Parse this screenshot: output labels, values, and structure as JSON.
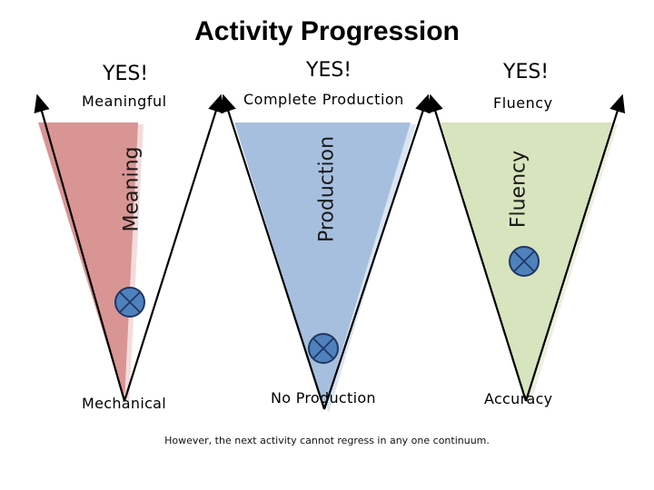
{
  "title": "Activity Progression",
  "continua": [
    {
      "yes": "YES!",
      "top_label": "Meaningful",
      "axis_label": "Meaning",
      "bottom_label": "Mechanical",
      "fill": "#d99594",
      "shadow": "#f2dcdb"
    },
    {
      "yes": "YES!",
      "top_label": "Complete Production",
      "axis_label": "Production",
      "bottom_label": "No Production",
      "fill": "#a7bfde",
      "shadow": "#dbe5f1"
    },
    {
      "yes": "YES!",
      "top_label": "Fluency",
      "axis_label": "Fluency",
      "bottom_label": "Accuracy",
      "fill": "#d7e4bd",
      "shadow": "#ebf1de"
    }
  ],
  "marker_color": "#4f81bd",
  "marker_stroke": "#1f3864",
  "footnote": "However,  the next activity cannot regress in any one continuum."
}
